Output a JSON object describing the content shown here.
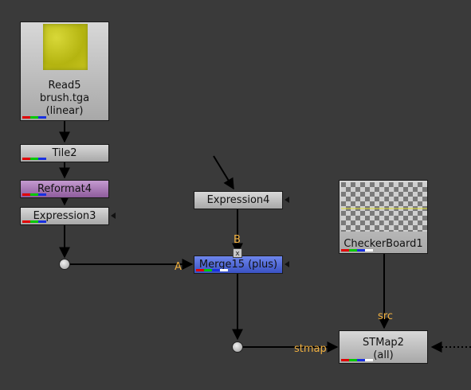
{
  "nodes": {
    "read5": {
      "name": "Read5",
      "file": "brush.tga",
      "colorspace": "(linear)"
    },
    "tile2": {
      "name": "Tile2"
    },
    "reformat4": {
      "name": "Reformat4"
    },
    "expression3": {
      "name": "Expression3"
    },
    "expression4": {
      "name": "Expression4"
    },
    "merge15": {
      "name": "Merge15 (plus)"
    },
    "checkerboard1": {
      "name": "CheckerBoard1"
    },
    "stmap2": {
      "name": "STMap2",
      "channels": "(all)"
    }
  },
  "inputs": {
    "merge_b": "B",
    "merge_a": "A",
    "merge_mask": "x",
    "stmap_src": "src",
    "stmap_stmap": "stmap"
  },
  "colors": {
    "background": "#3a3a3a",
    "node_default": "#c0c0c0",
    "reformat": "#9a6aa8",
    "merge": "#4a66d8",
    "input_label": "#f0b040",
    "thumb_yellow": "#c8c820"
  }
}
